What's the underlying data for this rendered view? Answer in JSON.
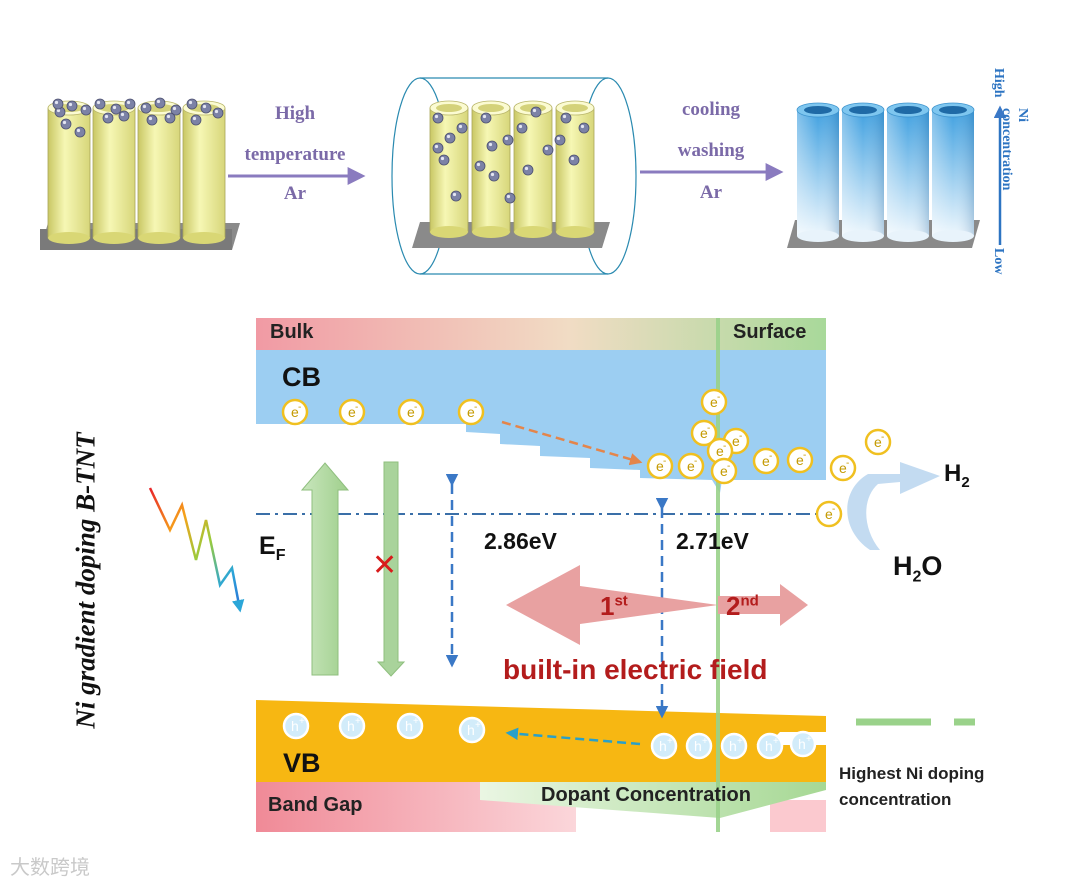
{
  "process": {
    "step1_lines": [
      "High",
      "temperature",
      "Ar"
    ],
    "step2_lines": [
      "cooling",
      "washing",
      "Ar"
    ],
    "scale_high": "High",
    "scale_label": "Ni concentration",
    "scale_low": "Low"
  },
  "band": {
    "side_title": "Ni gradient doping B-TNT",
    "bulk": "Bulk",
    "surface": "Surface",
    "cb": "CB",
    "vb": "VB",
    "fermi_main": "E",
    "fermi_sub": "F",
    "gap_bulk": "2.86eV",
    "gap_surface": "2.71eV",
    "first_num": "1",
    "first_sup": "st",
    "second_num": "2",
    "second_sup": "nd",
    "field_label": "built-in electric field",
    "h2_main": "H",
    "h2_sub": "2",
    "h2o_main": "H",
    "h2o_sub": "2",
    "h2o_tail": "O",
    "electron": "e",
    "electron_sup": "-",
    "hole": "h",
    "hole_sup": "+",
    "band_gap": "Band Gap",
    "dopant": "Dopant Concentration",
    "legend_line1": "Highest Ni doping",
    "legend_line2": "concentration"
  },
  "watermark": "大数跨境",
  "colors": {
    "tube_yellow": "#eef09a",
    "tube_blue": "#5fb4e8",
    "cb_blue": "#9ccef2",
    "vb_orange": "#f7b712",
    "arrow_purple": "#8a7bbf",
    "field_red": "#b31c1c",
    "green_mark": "#9ad28a"
  }
}
